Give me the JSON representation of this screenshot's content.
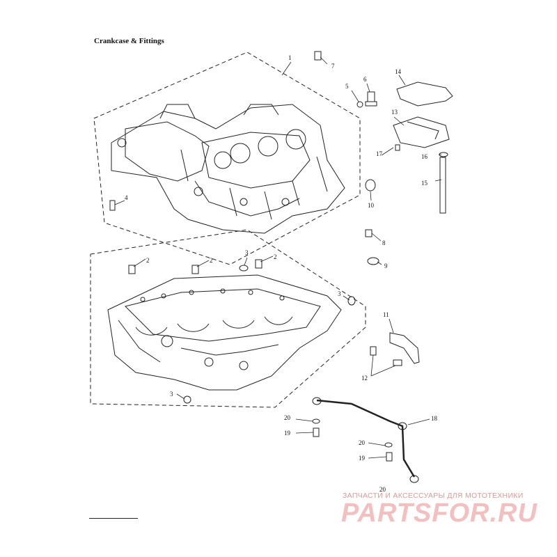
{
  "title": "Crankcase & Fittings",
  "callouts": [
    {
      "id": "c1",
      "label": "1"
    },
    {
      "id": "c2a",
      "label": "2"
    },
    {
      "id": "c2b",
      "label": "2"
    },
    {
      "id": "c2c",
      "label": "2"
    },
    {
      "id": "c3a",
      "label": "3"
    },
    {
      "id": "c3b",
      "label": "3"
    },
    {
      "id": "c3c",
      "label": "3"
    },
    {
      "id": "c4",
      "label": "4"
    },
    {
      "id": "c5",
      "label": "5"
    },
    {
      "id": "c6",
      "label": "6"
    },
    {
      "id": "c7",
      "label": "7"
    },
    {
      "id": "c8",
      "label": "8"
    },
    {
      "id": "c9",
      "label": "9"
    },
    {
      "id": "c10",
      "label": "10"
    },
    {
      "id": "c11",
      "label": "11"
    },
    {
      "id": "c12",
      "label": "12"
    },
    {
      "id": "c13",
      "label": "13"
    },
    {
      "id": "c14",
      "label": "14"
    },
    {
      "id": "c15",
      "label": "15"
    },
    {
      "id": "c16",
      "label": "16"
    },
    {
      "id": "c17",
      "label": "17"
    },
    {
      "id": "c18",
      "label": "18"
    },
    {
      "id": "c19a",
      "label": "19"
    },
    {
      "id": "c19b",
      "label": "19"
    },
    {
      "id": "c20a",
      "label": "20"
    },
    {
      "id": "c20b",
      "label": "20"
    },
    {
      "id": "c20c",
      "label": "20"
    }
  ],
  "watermark": {
    "tagline": "ЗАПЧАСТИ И АКСЕССУАРЫ ДЛЯ МОТОТЕХНИКИ",
    "logo": "PARTSFOR.RU"
  }
}
